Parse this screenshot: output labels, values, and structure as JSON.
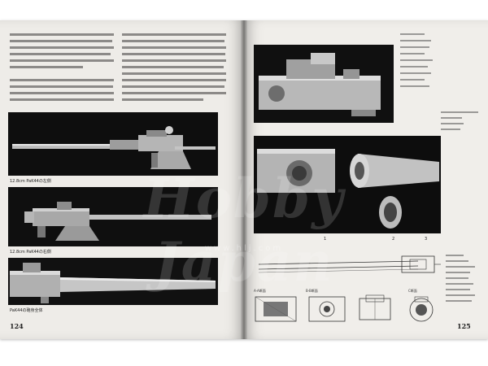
{
  "book": {
    "left_page_number": "124",
    "right_page_number": "125",
    "watermark_title": "Hobby Japan",
    "watermark_url": "www.hlj.com"
  },
  "left_page": {
    "photo_captions": [
      "12.8cm PaK44の左側",
      "12.8cm PaK44の右側",
      "PaK44の砲身全体"
    ]
  },
  "right_page": {
    "callout_numbers": [
      "1",
      "2",
      "3"
    ],
    "diagram_labels": [
      "A-A断面",
      "B-B断面",
      "C断面"
    ]
  }
}
